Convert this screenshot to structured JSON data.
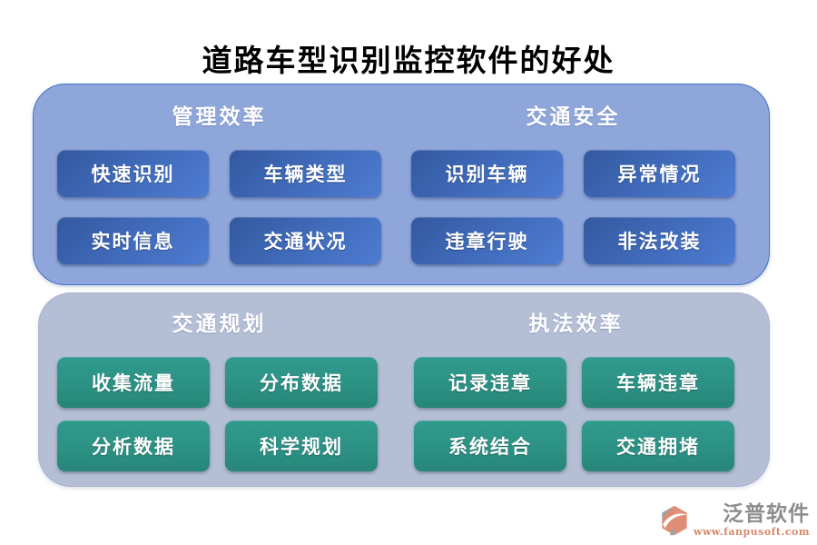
{
  "title": "道路车型识别监控软件的好处",
  "panels": [
    {
      "name": "top",
      "sections": [
        {
          "header": "管理效率",
          "buttons": [
            "快速识别",
            "车辆类型",
            "实时信息",
            "交通状况"
          ]
        },
        {
          "header": "交通安全",
          "buttons": [
            "识别车辆",
            "异常情况",
            "违章行驶",
            "非法改装"
          ]
        }
      ]
    },
    {
      "name": "bottom",
      "sections": [
        {
          "header": "交通规划",
          "buttons": [
            "收集流量",
            "分布数据",
            "分析数据",
            "科学规划"
          ]
        },
        {
          "header": "执法效率",
          "buttons": [
            "记录违章",
            "车辆违章",
            "系统结合",
            "交通拥堵"
          ]
        }
      ]
    }
  ],
  "footer": {
    "brand": "泛普软件",
    "url": "www.fanpusoft.com"
  },
  "colors": {
    "title_text": "#000000",
    "top_panel_fill": "#8FA6DB",
    "top_panel_border": "#4472C4",
    "bottom_panel_fill": "#B4BED5",
    "blue_button": "#3B67B8",
    "green_button": "#2C9184",
    "button_text": "#FFFFFF",
    "brand_text": "#8D8D90",
    "brand_accent": "#D8886B"
  }
}
